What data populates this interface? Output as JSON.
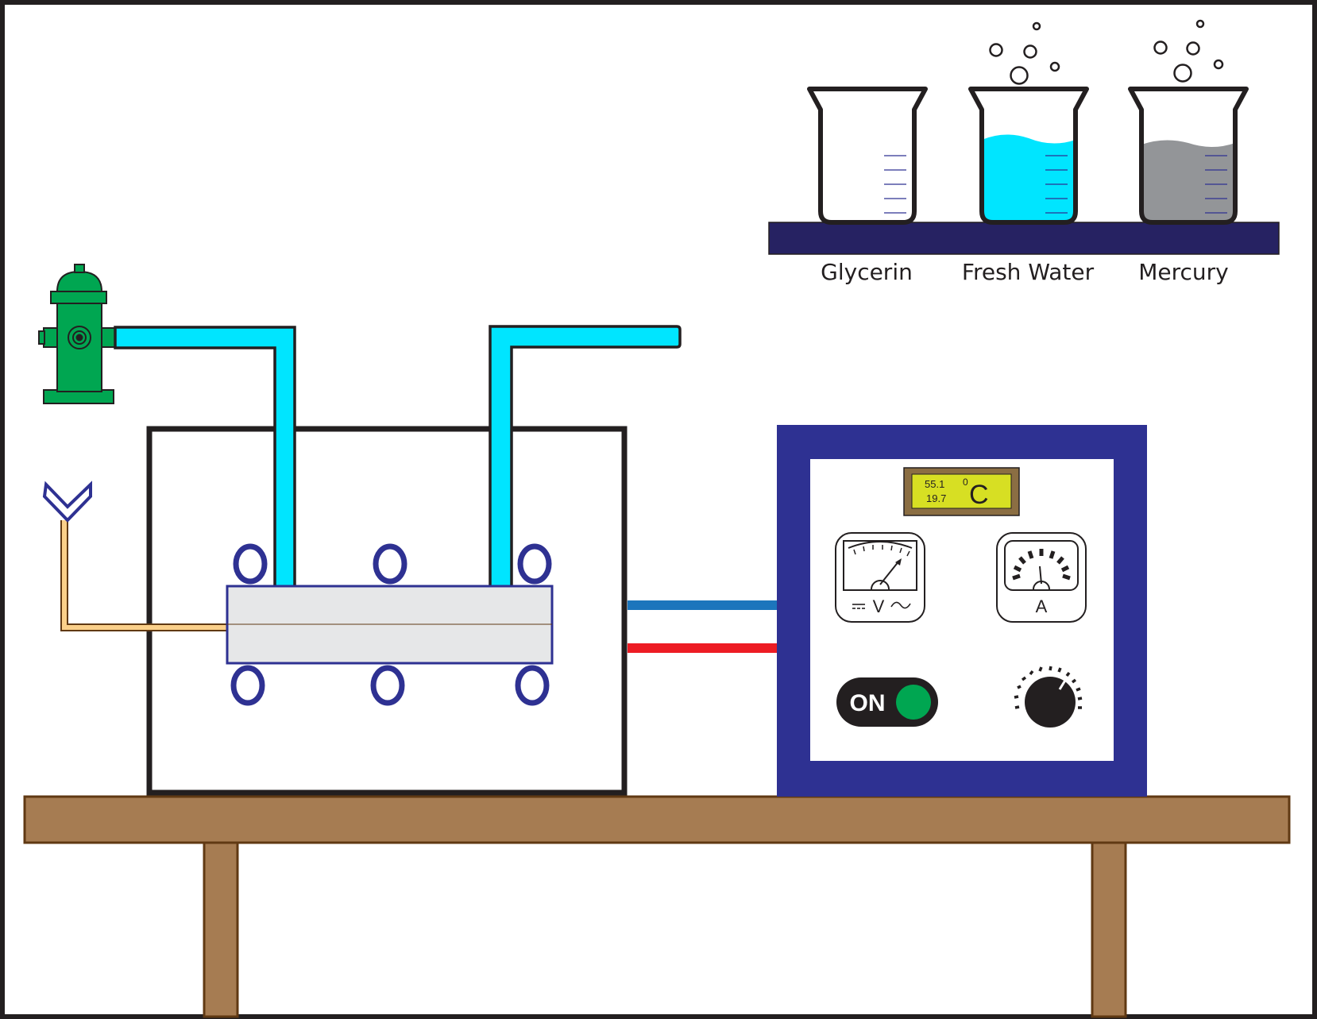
{
  "beakers": [
    {
      "label": "Glycerin",
      "liquid_color": "",
      "bubbles": false
    },
    {
      "label": "Fresh Water",
      "liquid_color": "#00e5ff",
      "bubbles": true
    },
    {
      "label": "Mercury",
      "liquid_color": "#939598",
      "bubbles": true
    }
  ],
  "display": {
    "reading_1": "55.1",
    "reading_2": "19.7",
    "degree_mark": "0",
    "unit": "C"
  },
  "voltmeter": {
    "label": "V"
  },
  "ammeter": {
    "label": "A"
  },
  "power_switch": {
    "label": "ON",
    "state": "on",
    "indicator_color": "#00a651"
  },
  "colors": {
    "frame": "#231f20",
    "water_pipe": "#00e5ff",
    "shelf": "#262262",
    "power_box": "#2e3192",
    "table": "#a67c52",
    "table_edge": "#603913",
    "hydrant": "#00a651",
    "wire_blue": "#1c75bc",
    "wire_red": "#ed1c24",
    "probe_tube": "#fbd08a",
    "plate": "#e6e7e8",
    "lcd_screen": "#d7df23",
    "lcd_frame": "#8b6e43"
  }
}
